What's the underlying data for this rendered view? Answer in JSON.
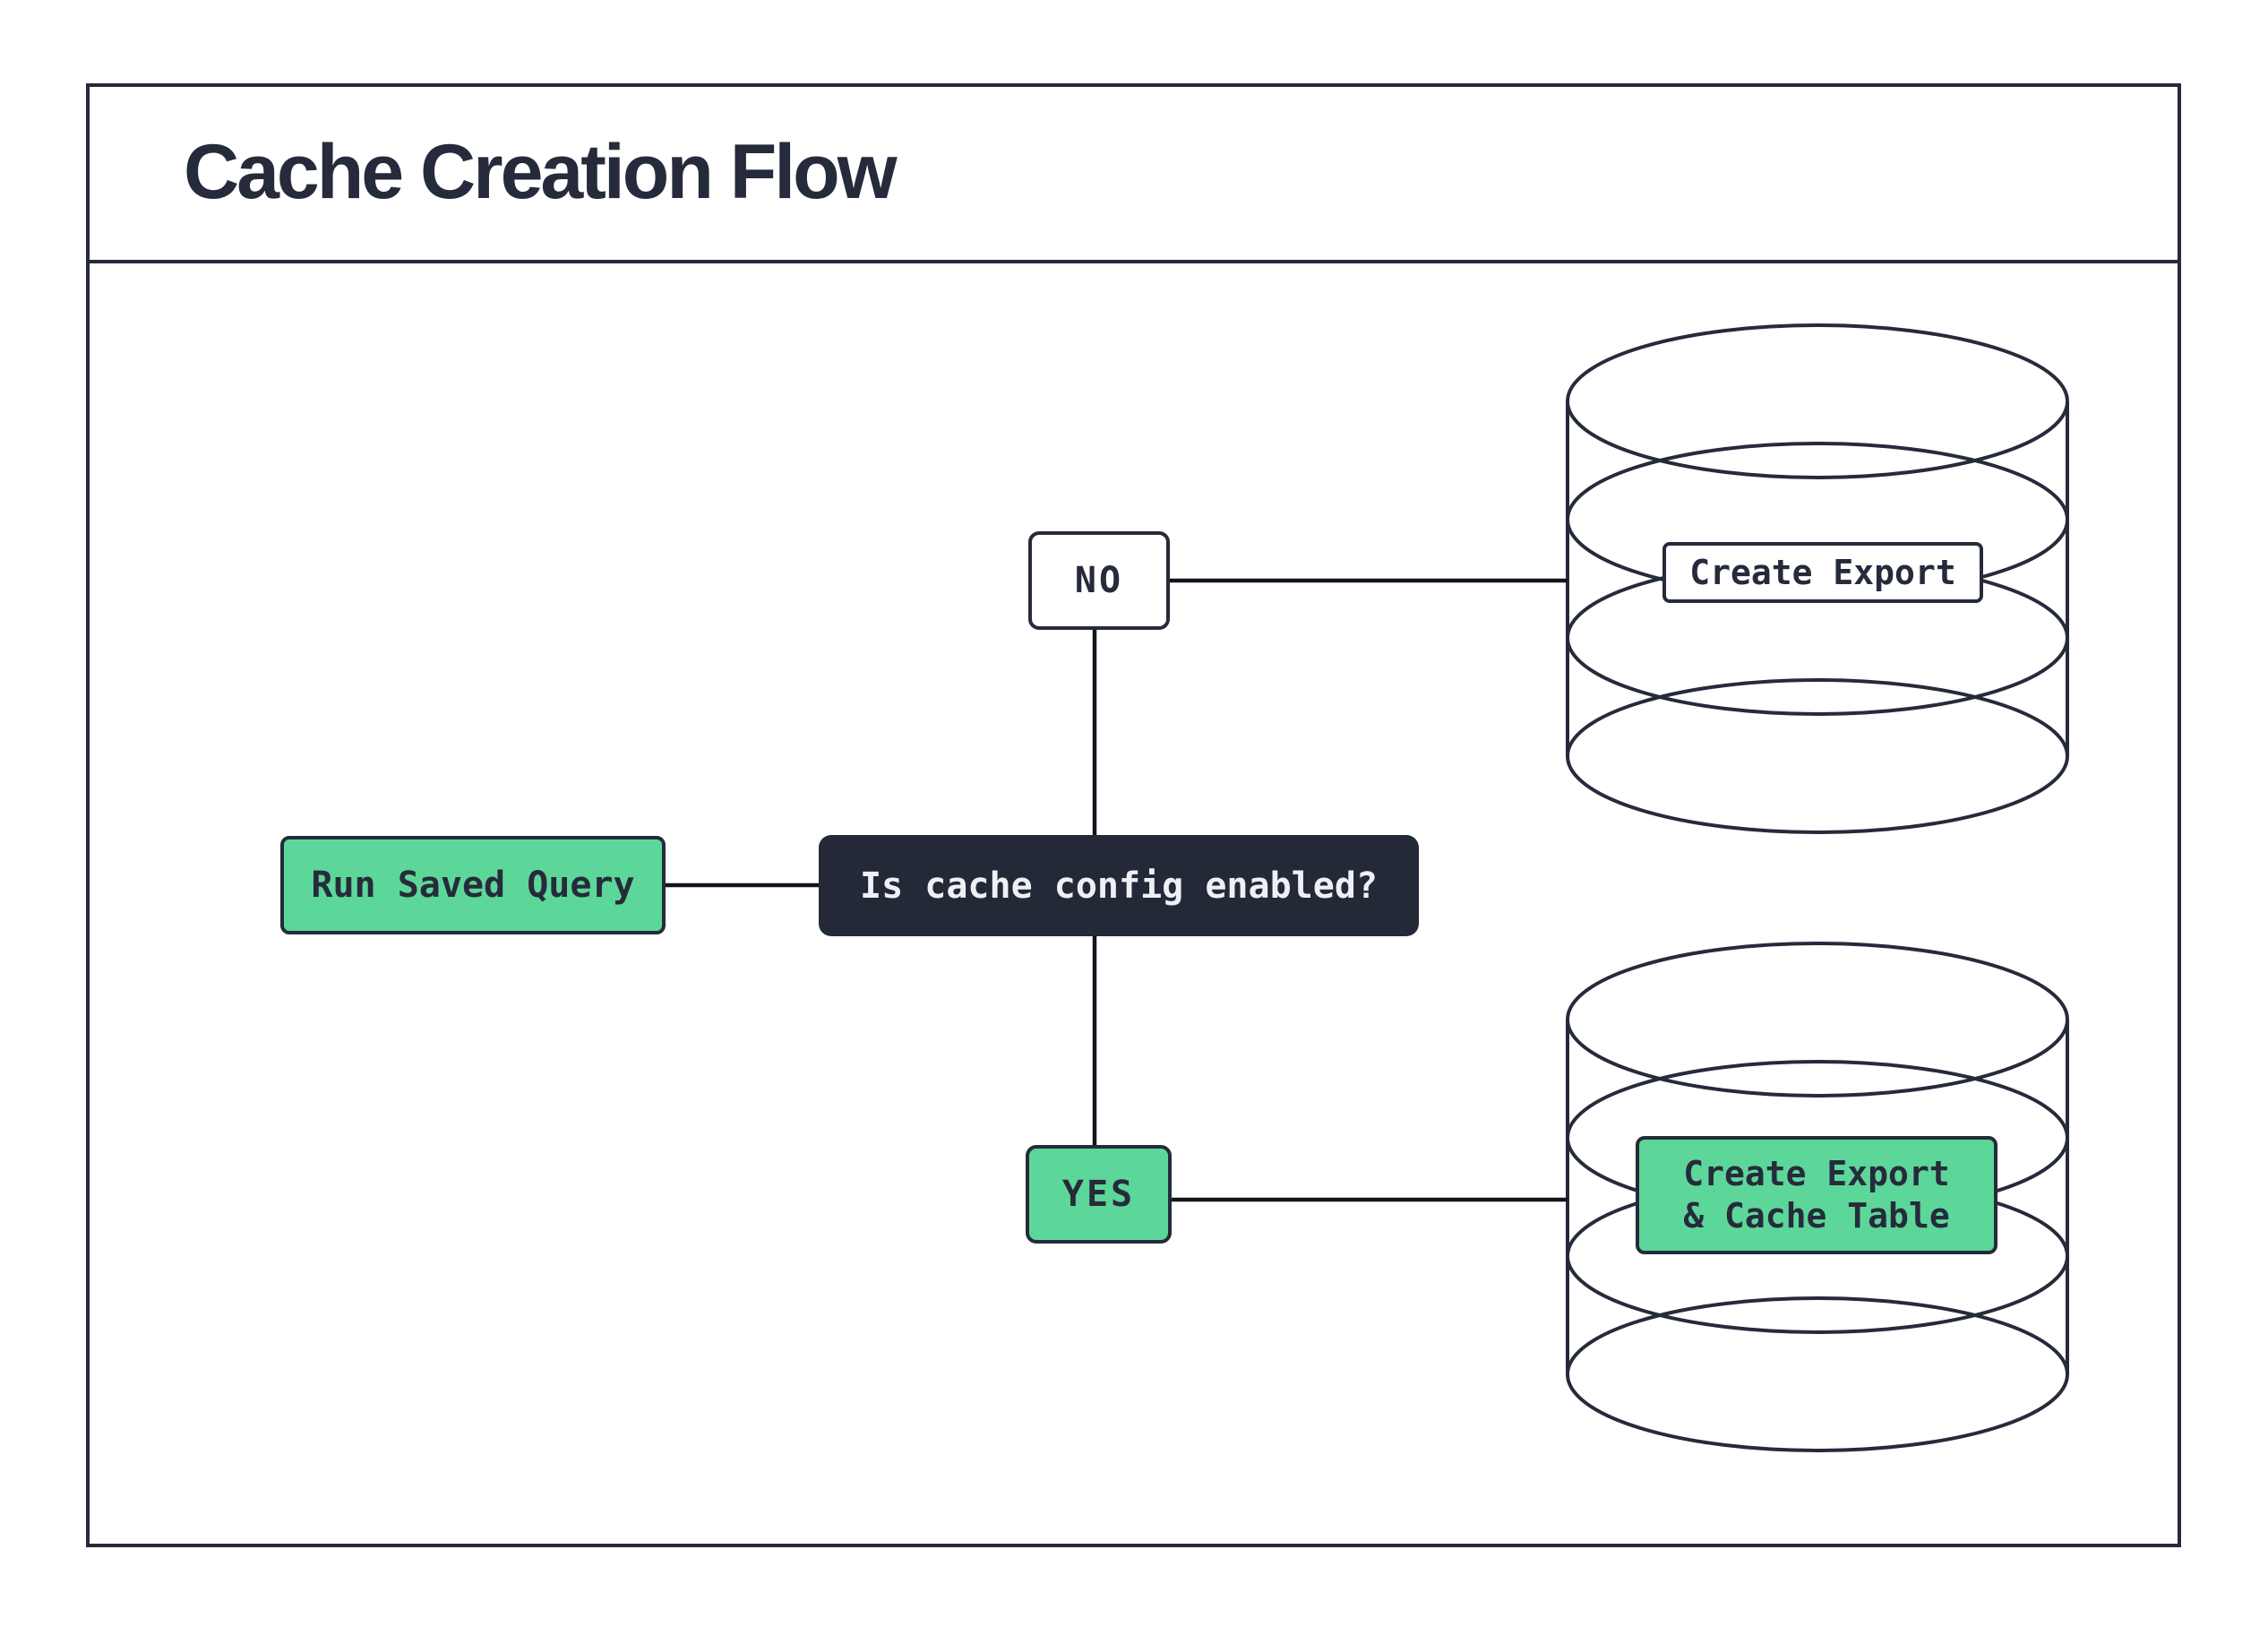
{
  "title": "Cache Creation Flow",
  "colors": {
    "ink": "#262b3b",
    "green": "#5dd69a",
    "dark": "#242938",
    "paper": "#ffffff",
    "edge": "#12151d",
    "text_light": "#edf0f4"
  },
  "nodes": {
    "start": {
      "label": "Run Saved Query"
    },
    "decision": {
      "label": "Is cache config enabled?"
    },
    "branch_no": {
      "label": "NO"
    },
    "branch_yes": {
      "label": "YES"
    },
    "db_no_label": {
      "label": "Create Export"
    },
    "db_yes_label": {
      "line1": "Create Export",
      "line2": "& Cache Table"
    }
  }
}
